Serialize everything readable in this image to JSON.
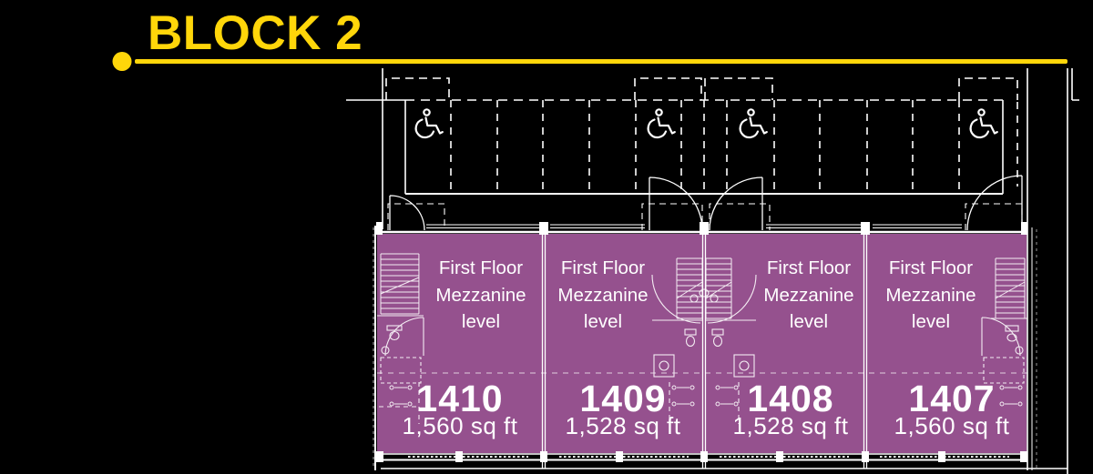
{
  "title": "BLOCK 2",
  "colors": {
    "background": "#000000",
    "accent_yellow": "#FFD60A",
    "unit_fill": "#95518E",
    "plan_lines": "#FFFFFF",
    "text": "#FFFFFF"
  },
  "units": [
    {
      "number": "1410",
      "area": "1,560 sq ft",
      "floor_label": "First Floor Mezzanine level"
    },
    {
      "number": "1409",
      "area": "1,528 sq ft",
      "floor_label": "First Floor Mezzanine level"
    },
    {
      "number": "1408",
      "area": "1,528 sq ft",
      "floor_label": "First Floor Mezzanine level"
    },
    {
      "number": "1407",
      "area": "1,560 sq ft",
      "floor_label": "First Floor Mezzanine level"
    }
  ],
  "parking": {
    "accessible_icon": "wheelchair-symbol",
    "accessible_stall_count": 4
  }
}
